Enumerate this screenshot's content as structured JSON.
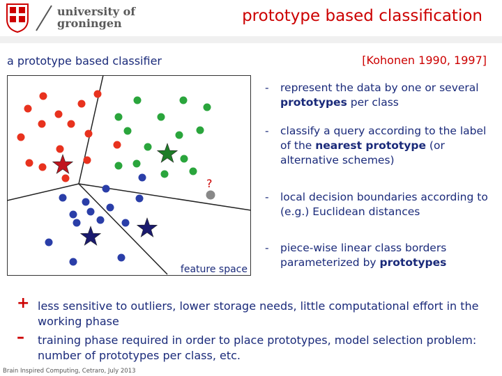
{
  "header": {
    "uni_line1": "university of",
    "uni_line2": "groningen",
    "slide_title": "prototype based classification"
  },
  "main": {
    "section_title": "a prototype based classifier",
    "citation": "[Kohonen 1990, 1997]",
    "bullets": [
      {
        "dash": "-",
        "pre": "represent the data by one or several ",
        "kw": "prototypes",
        "post": " per class"
      },
      {
        "dash": "-",
        "pre": "classify a query according to the label of the ",
        "kw": "nearest prototype",
        "post": " (or alternative schemes)"
      },
      {
        "dash": "-",
        "pre": "local decision boundaries according to (e.g.) Euclidean distances",
        "kw": "",
        "post": ""
      },
      {
        "dash": "-",
        "pre": "piece-wise linear class borders parameterized by ",
        "kw": "prototypes",
        "post": ""
      }
    ],
    "pro_sign": "+",
    "pro_text": "less sensitive to outliers, lower storage needs, little computational effort in the working phase",
    "con_sign": "–",
    "con_text": "training phase required in order to place prototypes, model selection problem: number of prototypes per class, etc."
  },
  "figure": {
    "feature_space_label": "feature space",
    "query_label": "?",
    "colors": {
      "red": "#e8321e",
      "green": "#2aa53c",
      "blue": "#2a3ea8",
      "query": "#888888",
      "red_proto": "#c0141e",
      "green_proto": "#1e7d28",
      "blue_proto": "#1a1a6e"
    }
  },
  "footer": {
    "text": "Brain Inspired Computing, Cetraro, July 2013"
  }
}
